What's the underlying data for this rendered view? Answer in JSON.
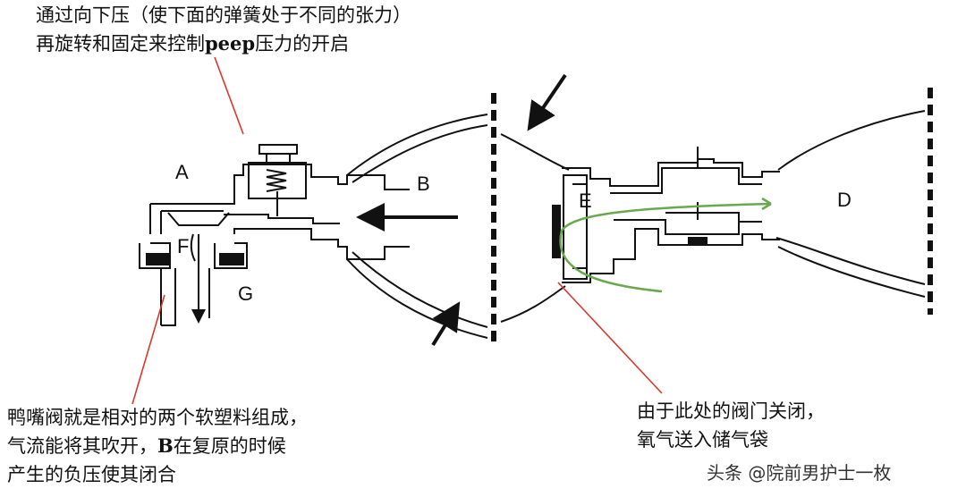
{
  "annotations": {
    "top_line1": "通过向下压（使下面的弹簧处于不同的张力）",
    "top_line2_pre": "再旋转和固定来控制",
    "top_line2_bold": "peep",
    "top_line2_post": "压力的开启",
    "left_line1": "鸭嘴阀就是相对的两个软塑料组成，",
    "left_line2_pre": "气流能将其吹开，",
    "left_line2_bold": "B",
    "left_line2_post": "在复原的时候",
    "left_line3": "产生的负压使其闭合",
    "right_line1": "由于此处的阀门关闭，",
    "right_line2": "氧气送入储气袋"
  },
  "labels": {
    "A": "A",
    "B": "B",
    "D": "D",
    "E": "E",
    "F": "F",
    "G": "G"
  },
  "watermark": "头条 @院前男护士一枚",
  "colors": {
    "leader_line": "#d9382e",
    "flow_arrow": "#6aa84f",
    "ink": "#111111"
  }
}
